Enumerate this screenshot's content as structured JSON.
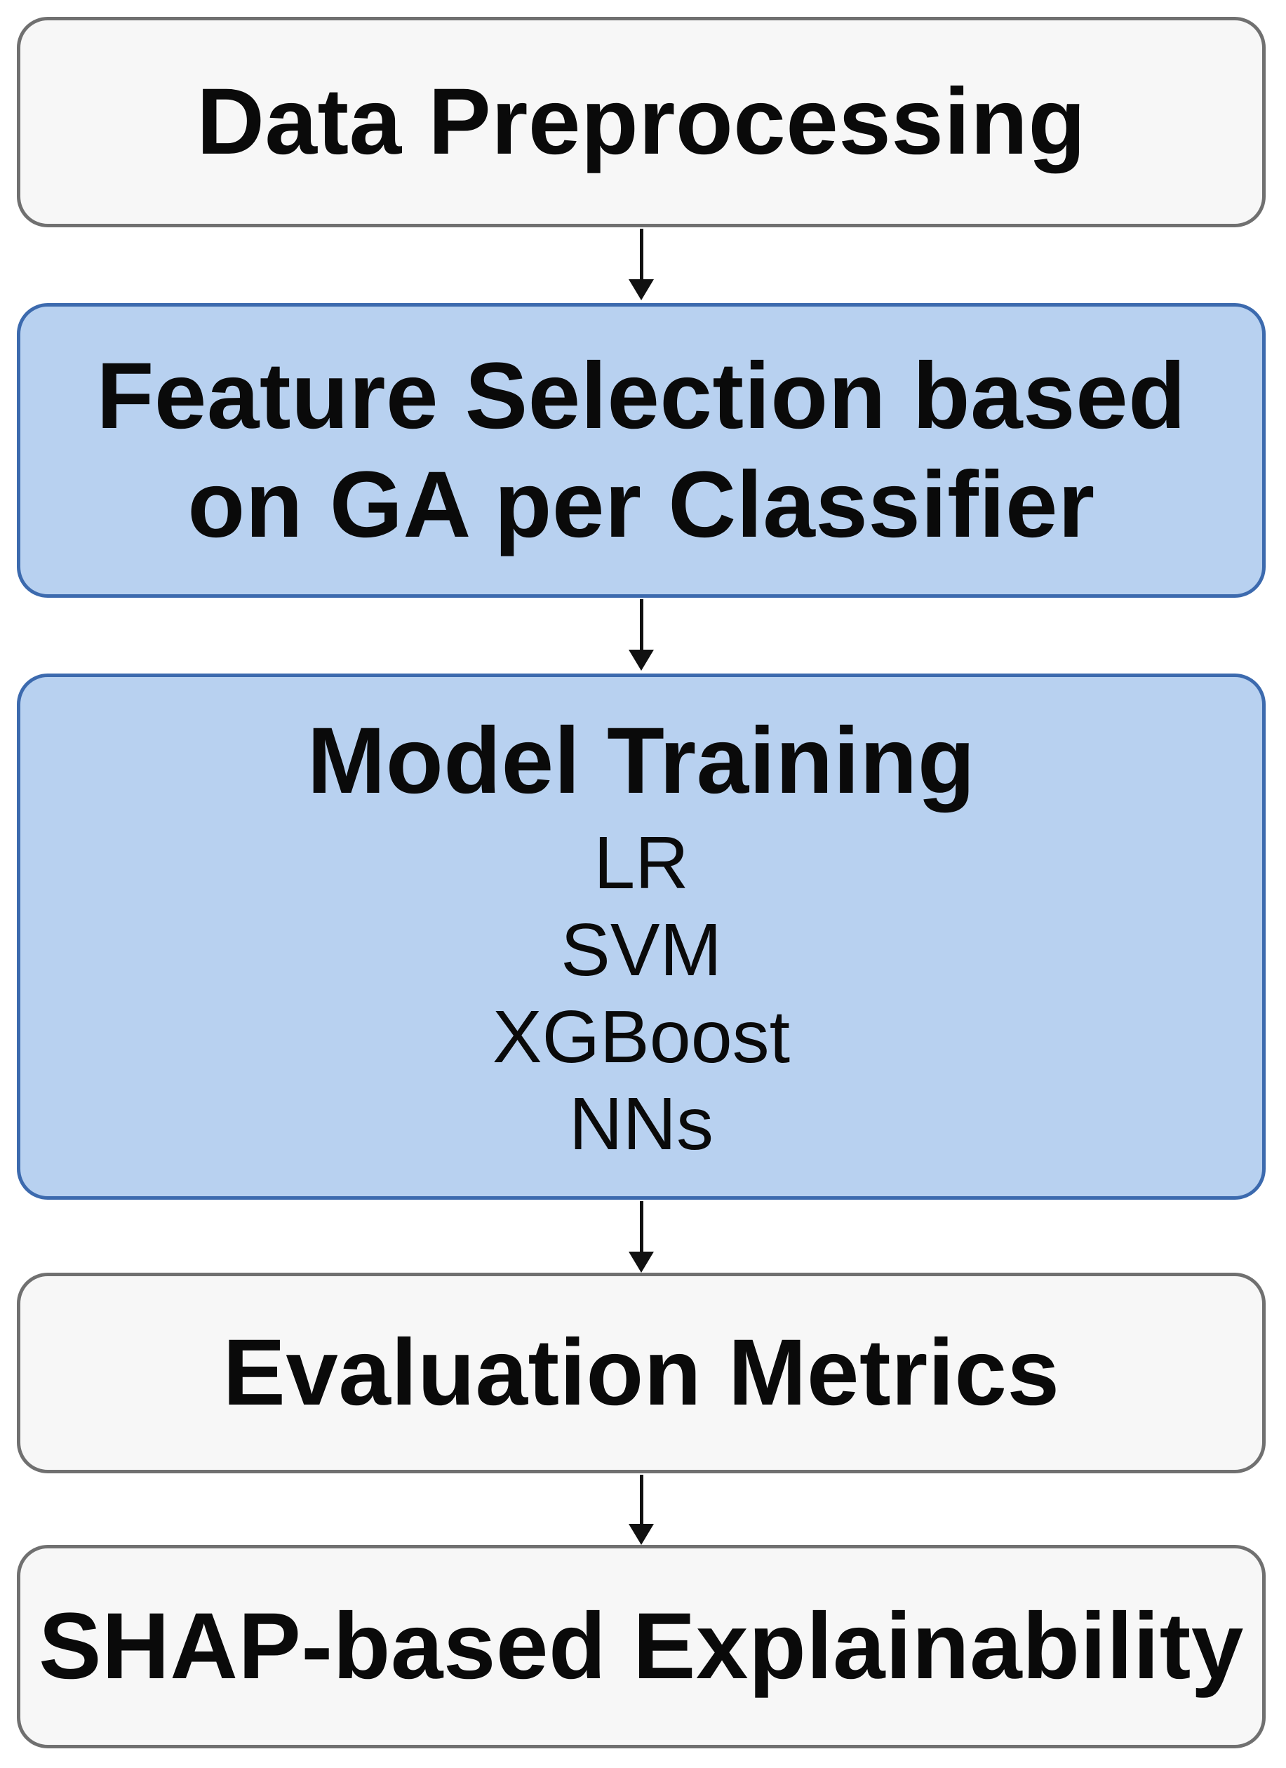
{
  "steps": {
    "preprocessing": {
      "title": "Data Preprocessing"
    },
    "feature_selection": {
      "title_line1": "Feature Selection based",
      "title_line2": "on GA per Classifier"
    },
    "model_training": {
      "title": "Model Training",
      "models": [
        "LR",
        "SVM",
        "XGBoost",
        "NNs"
      ]
    },
    "evaluation": {
      "title": "Evaluation Metrics"
    },
    "explainability": {
      "title": "SHAP-based Explainability"
    }
  },
  "colors": {
    "neutral_fill": "#f7f7f7",
    "neutral_border": "#707070",
    "highlight_fill": "#b8d1f0",
    "highlight_border": "#3c6aae",
    "arrow": "#111111"
  }
}
